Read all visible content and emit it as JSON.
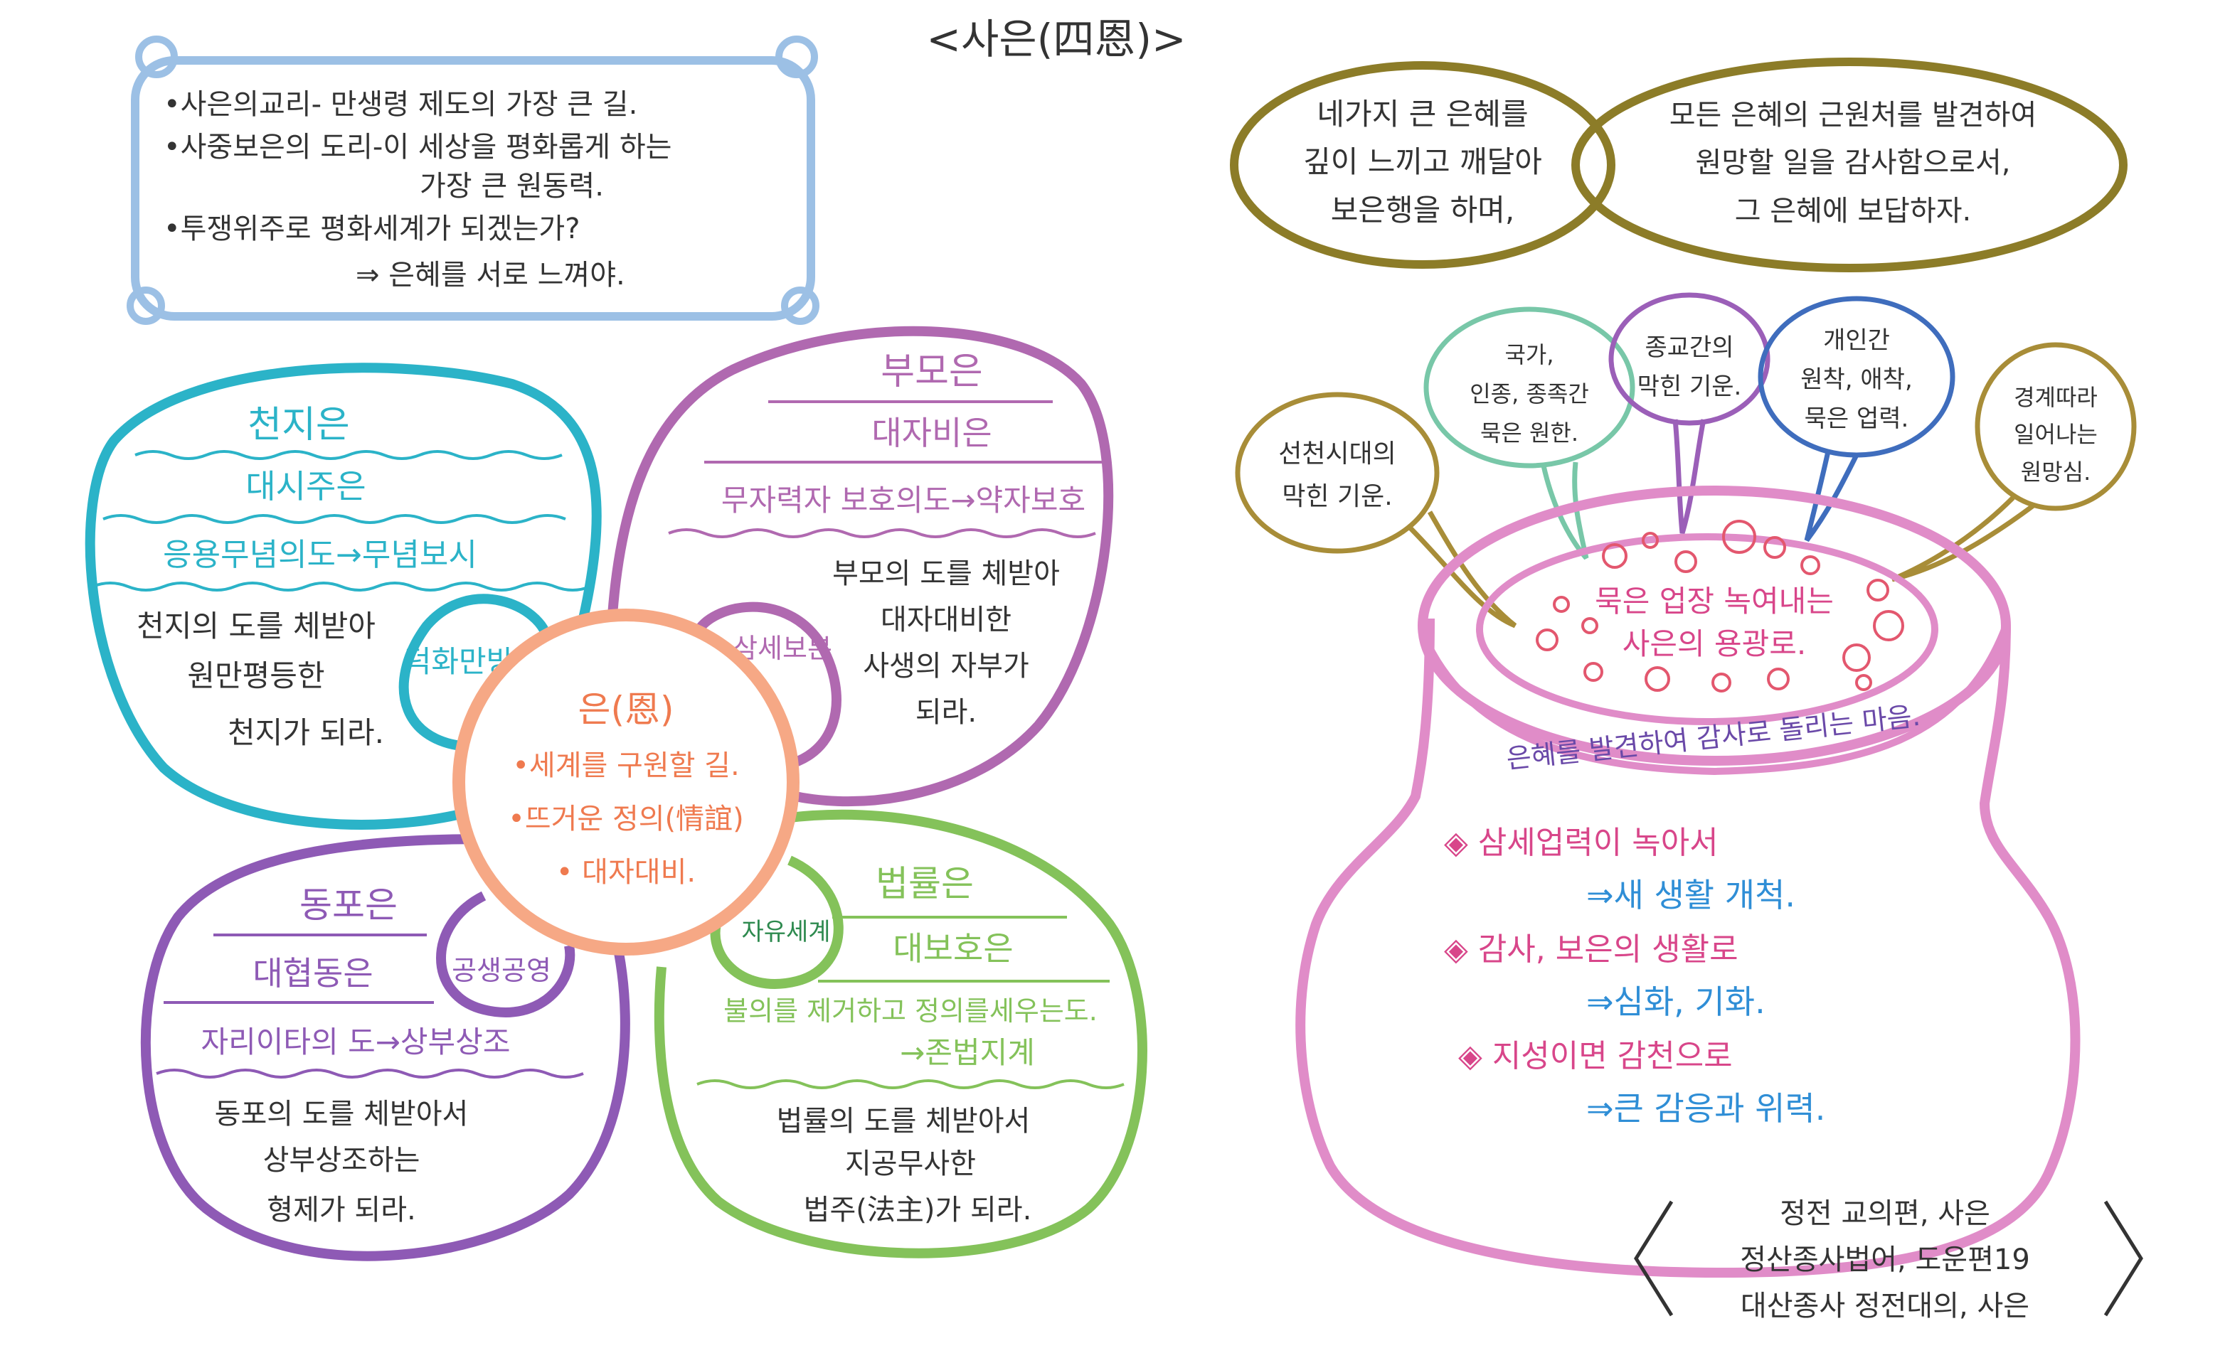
{
  "title": "<사은(四恩)>",
  "intro": {
    "lines": [
      "•사은의교리- 만생령 제도의 가장 큰 길.",
      "•사중보은의 도리-이 세상을 평화롭게 하는",
      "가장 큰 원동력.",
      "•투쟁위주로 평화세계가 되겠는가?",
      "⇒ 은혜를 서로 느껴야."
    ]
  },
  "center": {
    "title": "은(恩)",
    "items": [
      "•세계를 구원할 길.",
      "•뜨거운 정의(情誼)",
      "• 대자대비."
    ]
  },
  "petals": {
    "cheonji": {
      "title": "천지은",
      "subtitle": "대시주은",
      "way": "응용무념의도→무념보시",
      "body": [
        "천지의 도를 체받아",
        "원만평등한",
        "천지가 되라."
      ],
      "tag": "덕화만방"
    },
    "bumo": {
      "title": "부모은",
      "subtitle": "대자비은",
      "way": "무자력자 보호의도→약자보호",
      "body": [
        "부모의 도를 체받아",
        "대자대비한",
        "사생의 자부가",
        "되라."
      ],
      "tag": "삼세보본"
    },
    "dongpo": {
      "title": "동포은",
      "subtitle": "대협동은",
      "way": "자리이타의 도→상부상조",
      "body": [
        "동포의 도를 체받아서",
        "상부상조하는",
        "형제가 되라."
      ],
      "tag": "공생공영"
    },
    "beobryul": {
      "title": "법률은",
      "subtitle": "대보호은",
      "way": [
        "불의를 제거하고 정의를세우는도.",
        "→존법지계"
      ],
      "body": [
        "법률의 도를 체받아서",
        "지공무사한",
        "법주(法主)가 되라."
      ],
      "tag": "자유세계"
    }
  },
  "motto": {
    "left": [
      "네가지 큰 은혜를",
      "깊이 느끼고 깨달아",
      "보은행을 하며,"
    ],
    "right": [
      "모든 은혜의 근원처를 발견하여",
      "원망할 일을 감사함으로서,",
      "그 은혜에 보답하자."
    ]
  },
  "bubbles": [
    {
      "lines": [
        "선천시대의",
        "막힌 기운."
      ]
    },
    {
      "lines": [
        "국가,",
        "인종, 종족간",
        "묵은 원한."
      ]
    },
    {
      "lines": [
        "종교간의",
        "막힌 기운."
      ]
    },
    {
      "lines": [
        "개인간",
        "원착, 애착,",
        "묵은 업력."
      ]
    },
    {
      "lines": [
        "경계따라",
        "일어나는",
        "원망심."
      ]
    }
  ],
  "pot": {
    "mouth": [
      "묵은 업장 녹여내는",
      "사은의 용광로."
    ],
    "rim_text": "은혜를 발견하여 감사로 돌리는 마음.",
    "body": [
      "◈ 삼세업력이 녹아서",
      "⇒새 생활 개척.",
      "◈ 감사, 보은의 생활로",
      "⇒심화, 기화.",
      "◈ 지성이면 감천으로",
      "⇒큰 감응과 위력."
    ]
  },
  "source": [
    "정전 교의편, 사은",
    "정산종사법어, 도운편19",
    "대산종사 정전대의, 사은"
  ],
  "colors": {
    "cheonji": "#2bb3c8",
    "bumo": "#b069b0",
    "dongpo": "#8e5ab5",
    "beobryul": "#84c25a",
    "center": "#f6a885",
    "center_text": "#ef7a4f",
    "intro": "#9cc0e5",
    "motto": "#8c7c28",
    "pot": "#e08cc8",
    "pot_text": "#d8468a",
    "blue_text": "#2f8ed6"
  }
}
